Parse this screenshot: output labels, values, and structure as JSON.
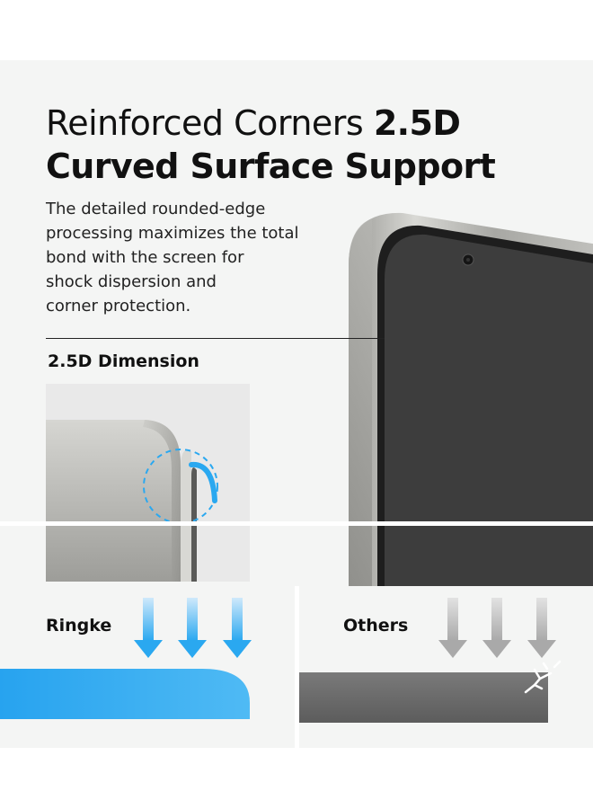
{
  "headline": {
    "line1_light": "Reinforced Corners ",
    "line1_bold": "2.5D",
    "line2_bold": "Curved Surface Support"
  },
  "body": {
    "lines": [
      "The detailed rounded-edge",
      "processing maximizes the total",
      "bond with the screen for",
      "shock dispersion and",
      "corner protection."
    ]
  },
  "dimension_label": "2.5D Dimension",
  "comparison": {
    "left_label": "Ringke",
    "right_label": "Others"
  },
  "colors": {
    "accent_blue": "#2aa8f0",
    "panel_bg": "#f4f5f4",
    "screen": "#3d3d3d",
    "arrow_gray": "#a9a9a9",
    "glass_dark": "#6b6b6b"
  },
  "icons": [
    "down-arrow-icon",
    "crack-icon",
    "camera-hole-icon"
  ]
}
